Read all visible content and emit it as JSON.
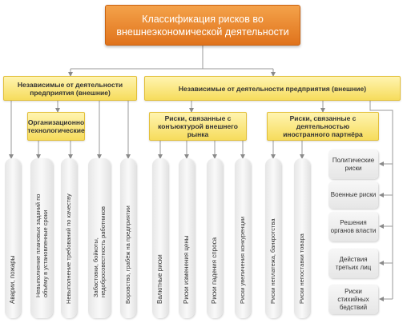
{
  "title": "Классификация рисков во внешнеэкономической деятельности",
  "groups": {
    "independent": "Независимые от деятельности предприятия (внешние)",
    "dependent": "Независимые от деятельности предприятия (внешние)"
  },
  "subgroups": {
    "org_tech": "Организационно технологические",
    "market": "Риски, связанные с конъюктурой внешнего рынка",
    "partner": "Риски, связанные с деятельностью иностранного партнёра"
  },
  "vertical_items": {
    "accidents": "Аварии, пожары",
    "plan_fail_1": "Невыполнение плановых заданий по",
    "plan_fail_2": "объёму в установленные сроки",
    "quality": "Невыполнение требований по качеству",
    "strikes_1": "Забастовки, бойкоты,",
    "strikes_2": "недобросовестность работников",
    "theft": "Воровство, грабёж на предприятии",
    "currency": "Валютные риски",
    "price": "Риски изменения цены",
    "demand": "Риски падения спроса",
    "competition": "Риски увеличения конкуренции",
    "nonpayment": "Риски неплатежа, банкротства",
    "nondelivery": "Риски непоставки товара"
  },
  "side_items": {
    "political": "Политические риски",
    "military": "Военные риски",
    "authorities": "Решения органов власти",
    "third_parties": "Действия третьих лиц",
    "disasters": "Риски стихийных бедствий"
  }
}
